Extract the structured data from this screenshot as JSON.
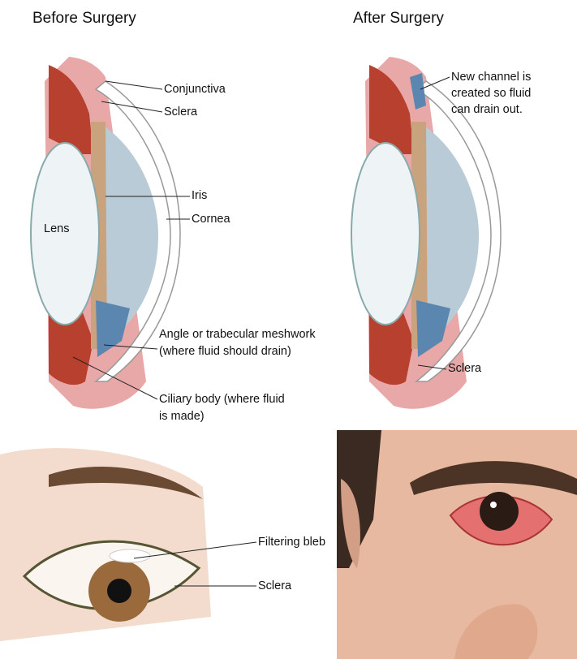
{
  "before": {
    "title": "Before Surgery",
    "labels": {
      "conjunctiva": "Conjunctiva",
      "sclera": "Sclera",
      "iris": "Iris",
      "cornea": "Cornea",
      "lens": "Lens",
      "angle_line1": "Angle or trabecular meshwork",
      "angle_line2": "(where fluid should drain)",
      "ciliary_line1": "Ciliary body (where fluid",
      "ciliary_line2": "is made)"
    }
  },
  "after": {
    "title": "After Surgery",
    "labels": {
      "channel_line1": "New channel is",
      "channel_line2": "created so fluid",
      "channel_line3": "can drain out.",
      "sclera": "Sclera"
    }
  },
  "eye_front": {
    "labels": {
      "bleb": "Filtering bleb",
      "sclera": "Sclera"
    }
  },
  "colors": {
    "sclera_pink": "#e9a8a8",
    "muscle_red": "#b8402e",
    "cornea_blue": "#b9cbd6",
    "drain_blue": "#5a86b0",
    "iris_tan": "#c9a27e",
    "lens_white": "#eef3f6"
  }
}
